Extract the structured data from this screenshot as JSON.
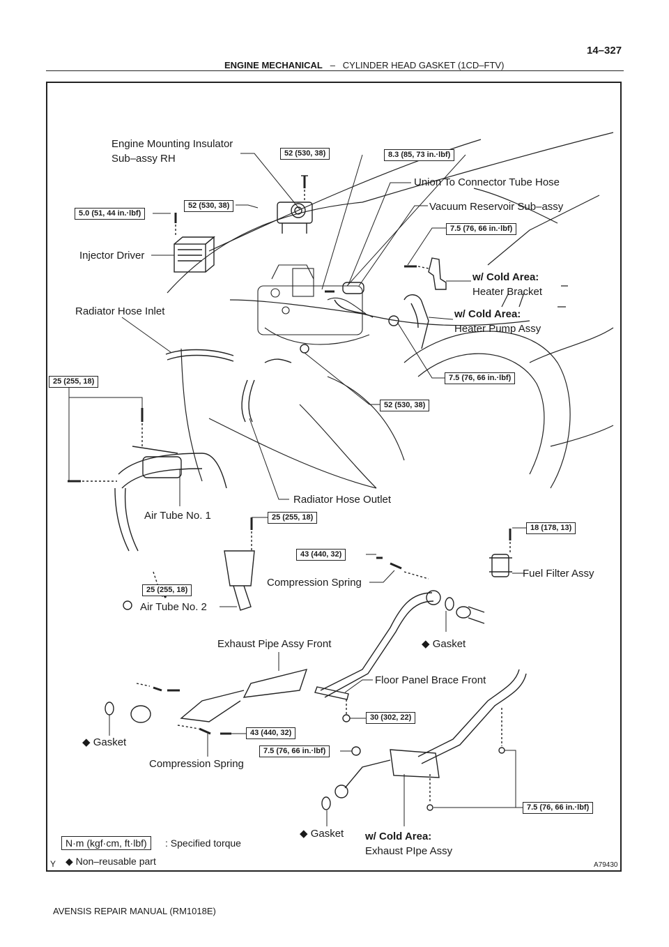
{
  "header": {
    "section": "ENGINE MECHANICAL",
    "separator": "–",
    "subsection": "CYLINDER HEAD GASKET (1CD–FTV)",
    "page_number": "14–327"
  },
  "labels": {
    "engine_mount_1": "Engine Mounting Insulator",
    "engine_mount_2": "Sub–assy RH",
    "union_hose": "Union To Connector Tube Hose",
    "vacuum_reservoir": "Vacuum Reservoir Sub–assy",
    "injector_driver": "Injector Driver",
    "cold_area_1": "w/ Cold Area:",
    "heater_bracket": "Heater Bracket",
    "radiator_inlet": "Radiator Hose Inlet",
    "cold_area_2": "w/ Cold Area:",
    "heater_pump": "Heater Pump Assy",
    "radiator_outlet": "Radiator Hose Outlet",
    "air_tube_1": "Air Tube No. 1",
    "fuel_filter": "Fuel Filter Assy",
    "compression_spring_1": "Compression Spring",
    "air_tube_2": "Air Tube No. 2",
    "exhaust_front": "Exhaust Pipe Assy Front",
    "gasket_1": "◆ Gasket",
    "floor_brace": "Floor Panel Brace Front",
    "gasket_2": "◆ Gasket",
    "compression_spring_2": "Compression Spring",
    "gasket_3": "◆ Gasket",
    "cold_area_3": "w/ Cold Area:",
    "exhaust_cold": "Exhaust PIpe Assy"
  },
  "torques": {
    "t52a": "52 (530, 38)",
    "t83": "8.3 (85, 73 in.·lbf)",
    "t52b": "52 (530, 38)",
    "t50": "5.0 (51, 44 in.·lbf)",
    "t75a": "7.5 (76, 66 in.·lbf)",
    "t25a": "25 (255, 18)",
    "t75b": "7.5 (76, 66 in.·lbf)",
    "t52c": "52 (530, 38)",
    "t25b": "25 (255, 18)",
    "t18": "18 (178, 13)",
    "t43a": "43 (440, 32)",
    "t25c": "25 (255, 18)",
    "t30": "30 (302, 22)",
    "t43b": "43 (440, 32)",
    "t75c": "7.5 (76, 66 in.·lbf)",
    "t75d": "7.5 (76, 66 in.·lbf)"
  },
  "legend": {
    "unit_box": "N·m (kgf·cm, ft·lbf)",
    "unit_desc": ": Specified torque",
    "non_reusable": "◆ Non–reusable part"
  },
  "figure_code": "A79430",
  "corner_mark": "Y",
  "footer": "AVENSIS REPAIR MANUAL   (RM1018E)"
}
